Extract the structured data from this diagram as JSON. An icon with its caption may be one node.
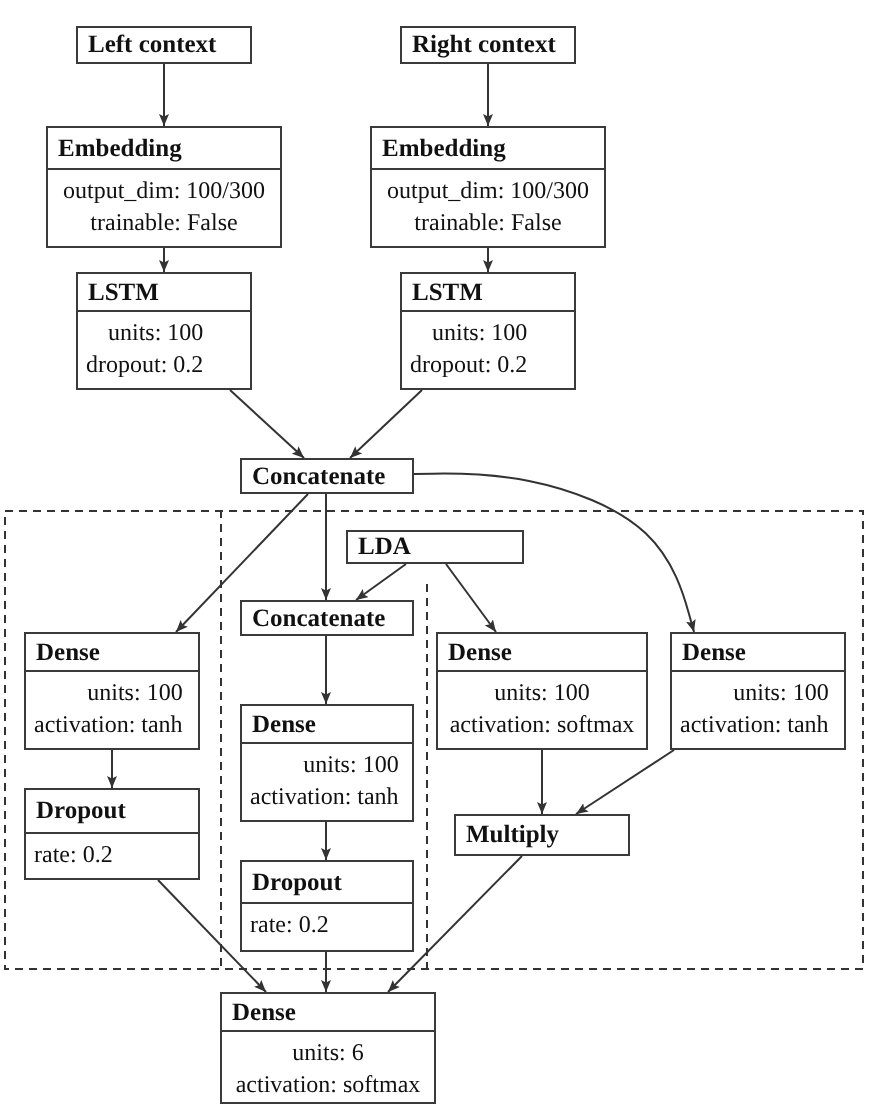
{
  "diagram": {
    "nodes": [
      {
        "text": [
          "Left context"
        ]
      },
      {
        "text": [
          "Right context"
        ]
      },
      {
        "text": [
          "Embedding",
          "output_dim: 100/300",
          "trainable: False"
        ]
      },
      {
        "text": [
          "Embedding",
          "output_dim: 100/300",
          "trainable: False"
        ]
      },
      {
        "text": [
          "LSTM",
          "units: 100",
          "dropout: 0.2"
        ]
      },
      {
        "text": [
          "LSTM",
          "units: 100",
          "dropout: 0.2"
        ]
      },
      {
        "text": [
          "Concatenate"
        ]
      },
      {
        "text": [],
        "shape": "box"
      },
      {
        "text": [
          "LDA"
        ],
        "in": 7
      },
      {
        "text": [
          "Concatenate"
        ],
        "in": 7
      },
      {
        "text": [
          "Dense",
          "units: 100",
          "activation: tanh"
        ],
        "in": 7
      },
      {
        "text": [
          "Dense",
          "units: 100",
          "activation: softmax"
        ],
        "in": 7
      },
      {
        "text": [
          "Dense",
          "units: 100",
          "activation: tanh"
        ],
        "in": 7
      },
      {
        "text": [
          "Dense",
          "units: 100",
          "activation: tanh"
        ],
        "in": 7
      },
      {
        "text": [
          "Dropout",
          "rate: 0.2"
        ],
        "in": 7
      },
      {
        "text": [
          "Multiply"
        ],
        "in": 7
      },
      {
        "text": [
          "Dropout",
          "rate: 0.2"
        ],
        "in": 7
      },
      {
        "text": [
          "Dense",
          "units: 6",
          "activation: softmax"
        ]
      }
    ],
    "edges": [
      {
        "from": 0,
        "to": 2,
        "arrow": "to"
      },
      {
        "from": 1,
        "to": 3,
        "arrow": "to"
      },
      {
        "from": 2,
        "to": 4,
        "arrow": "to"
      },
      {
        "from": 3,
        "to": 5,
        "arrow": "to"
      },
      {
        "from": 4,
        "to": 6,
        "arrow": "to"
      },
      {
        "from": 5,
        "to": 6,
        "arrow": "to"
      },
      {
        "from": 6,
        "to": 10,
        "arrow": "to"
      },
      {
        "from": 6,
        "to": 9,
        "arrow": "to"
      },
      {
        "from": 8,
        "to": 9,
        "arrow": "to"
      },
      {
        "from": 8,
        "to": 11,
        "arrow": "to"
      },
      {
        "from": 6,
        "to": 12,
        "arrow": "to"
      },
      {
        "from": 10,
        "to": 14,
        "arrow": "to"
      },
      {
        "from": 9,
        "to": 13,
        "arrow": "to"
      },
      {
        "from": 11,
        "to": 15,
        "arrow": "to"
      },
      {
        "from": 12,
        "to": 15,
        "arrow": "to"
      },
      {
        "from": 13,
        "to": 16,
        "arrow": "to"
      },
      {
        "from": 14,
        "to": 17,
        "arrow": "to"
      },
      {
        "from": 16,
        "to": 17,
        "arrow": "to"
      },
      {
        "from": 15,
        "to": 17,
        "arrow": "to"
      }
    ]
  }
}
